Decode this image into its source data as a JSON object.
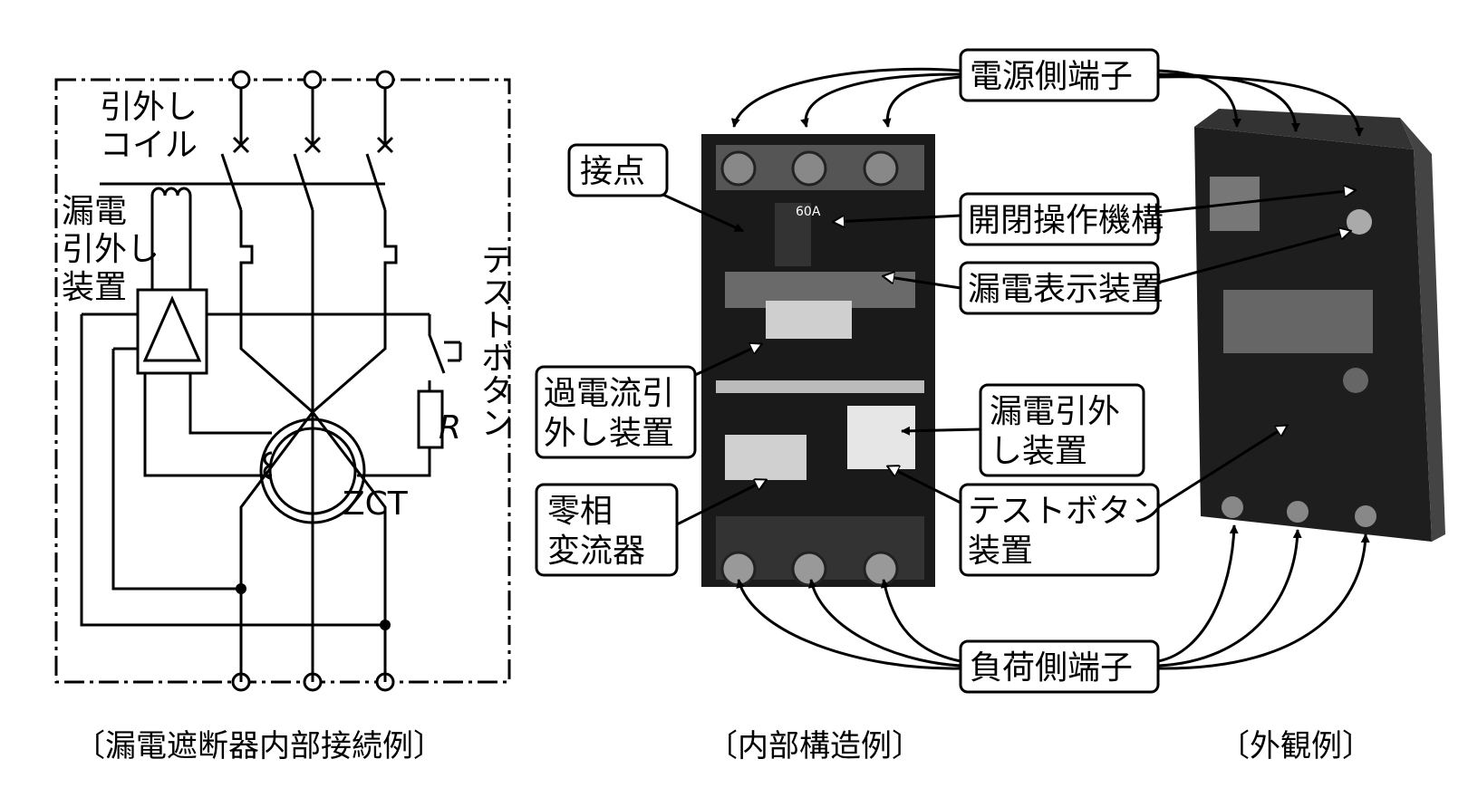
{
  "circuit": {
    "trip_coil": [
      "引外し",
      "コイル"
    ],
    "leak_trip_device": [
      "漏電",
      "引外し",
      "装置"
    ],
    "test_button": "テストボタン",
    "resistor": "R",
    "zct": "ZCT",
    "caption": "〔漏電遮断器内部接続例〕"
  },
  "internal": {
    "caption": "〔内部構造例〕",
    "labels": {
      "source_terminal": "電源側端子",
      "contact": "接点",
      "switching_mechanism": "開閉操作機構",
      "leak_indicator": "漏電表示装置",
      "overcurrent_trip": [
        "過電流引",
        "外し装置"
      ],
      "leak_trip": [
        "漏電引外",
        "し装置"
      ],
      "zct": [
        "零相",
        "変流器"
      ],
      "test_button_device": [
        "テストボタン",
        "装置"
      ],
      "load_terminal": "負荷側端子"
    },
    "photo_rating_text": "60A"
  },
  "external": {
    "caption": "〔外観例〕"
  }
}
